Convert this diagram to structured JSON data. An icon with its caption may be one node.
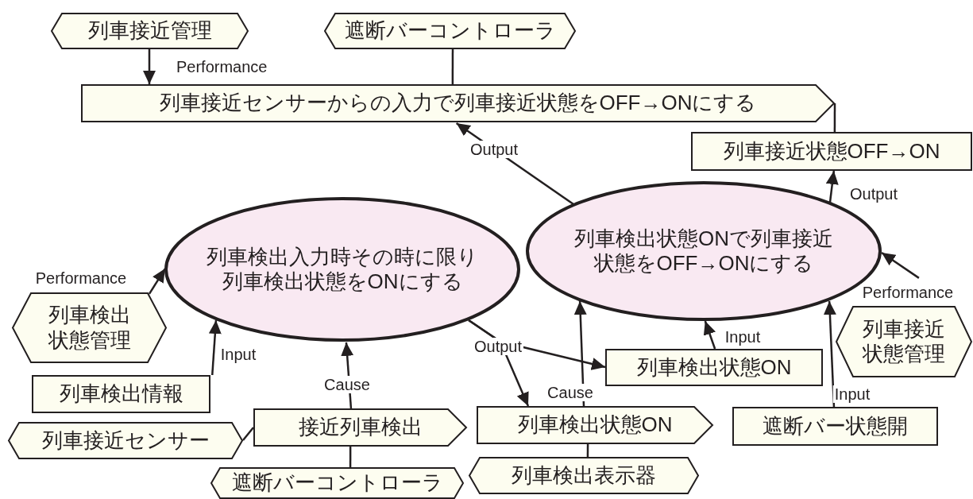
{
  "diagram": {
    "nodes": [
      {
        "text": [
          "列車接近管理"
        ]
      },
      {
        "text": [
          "遮断バーコントローラ"
        ]
      },
      {
        "text": [
          "列車接近センサーからの入力で列車接近状態をOFF→ONにする"
        ]
      },
      {
        "text": [
          "列車接近状態OFF→ON"
        ]
      },
      {
        "text": [
          "列車検出入力時その時に限り列車検出状態をONにする"
        ]
      },
      {
        "text": [
          "列車検出状態ONで列車接近状態をOFF→ONにする"
        ]
      },
      {
        "text": [
          "列車検出状態管理"
        ]
      },
      {
        "text": [
          "列車検出情報"
        ]
      },
      {
        "text": [
          "列車接近センサー"
        ]
      },
      {
        "text": [
          "接近列車検出"
        ]
      },
      {
        "text": [
          "遮断バーコントローラ"
        ]
      },
      {
        "text": [
          "列車検出状態ON"
        ]
      },
      {
        "text": [
          "列車検出状態ON"
        ]
      },
      {
        "text": [
          "列車検出表示器"
        ]
      },
      {
        "text": [
          "遮断バー状態開"
        ]
      },
      {
        "text": [
          "列車接近状態管理"
        ]
      }
    ],
    "edges": [
      {
        "from": 0,
        "to": 2,
        "arrow": "to",
        "label": "Performance"
      },
      {
        "from": 1,
        "to": 2,
        "arrow": "none"
      },
      {
        "from": 5,
        "to": 2,
        "arrow": "to",
        "label": "Output"
      },
      {
        "from": 2,
        "to": 3,
        "arrow": "none"
      },
      {
        "from": 5,
        "to": 3,
        "arrow": "to",
        "label": "Output"
      },
      {
        "from": 6,
        "to": 4,
        "arrow": "to",
        "label": "Performance"
      },
      {
        "from": 7,
        "to": 4,
        "arrow": "to",
        "label": "Input"
      },
      {
        "from": 9,
        "to": 4,
        "arrow": "to",
        "label": "Cause"
      },
      {
        "from": 8,
        "to": 9,
        "arrow": "none"
      },
      {
        "from": 10,
        "to": 9,
        "arrow": "none"
      },
      {
        "from": 4,
        "to": 11,
        "arrow": "to",
        "label": "Output"
      },
      {
        "from": 4,
        "to": 12,
        "arrow": "to"
      },
      {
        "from": 12,
        "to": 5,
        "arrow": "to",
        "label": "Cause"
      },
      {
        "from": 11,
        "to": 5,
        "arrow": "to",
        "label": "Input"
      },
      {
        "from": 14,
        "to": 5,
        "arrow": "to",
        "label": "Input"
      },
      {
        "from": 15,
        "to": 5,
        "arrow": "to",
        "label": "Performance"
      },
      {
        "from": 12,
        "to": 13,
        "arrow": "none"
      }
    ]
  }
}
